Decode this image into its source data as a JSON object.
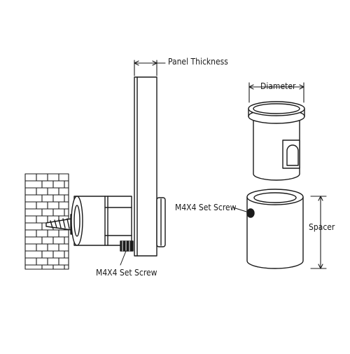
{
  "labels": {
    "panel_thickness": "Panel Thickness",
    "diameter": "Diameter",
    "set_screw_top": "M4X4 Set Screw",
    "set_screw_bottom": "M4X4 Set Screw",
    "spacer": "Spacer"
  },
  "colors": {
    "line": "#1a1a1a",
    "background": "#ffffff"
  }
}
